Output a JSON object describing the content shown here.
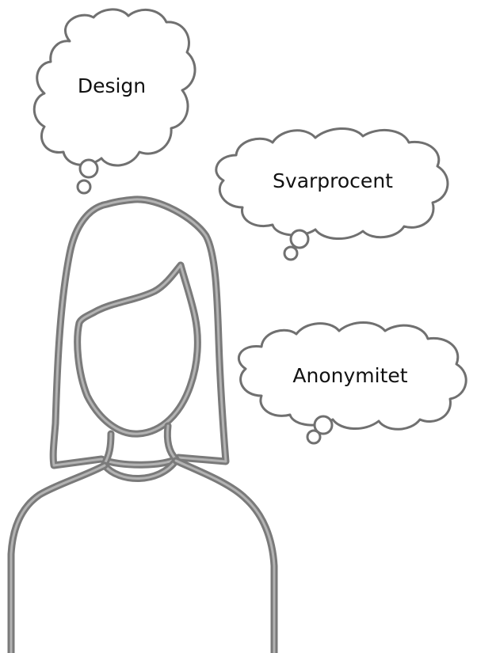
{
  "thoughts": [
    {
      "id": "design",
      "label": "Design"
    },
    {
      "id": "svarprocent",
      "label": "Svarprocent"
    },
    {
      "id": "anonymitet",
      "label": "Anonymitet"
    }
  ],
  "colors": {
    "outline": "#7a7a7a",
    "outline_highlight": "#b3b3b3",
    "cloud_stroke": "#707070",
    "text": "#111111",
    "background": "#ffffff"
  }
}
